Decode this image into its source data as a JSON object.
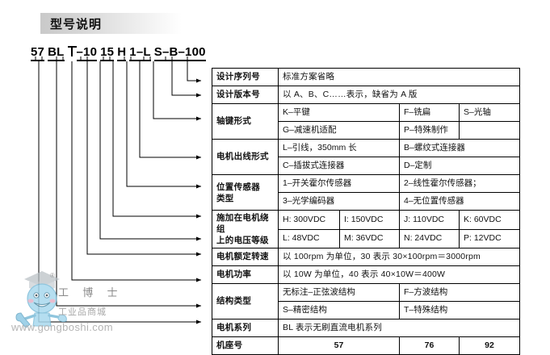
{
  "header": {
    "title": "型号说明"
  },
  "model_code": {
    "segments": [
      "57",
      "BL",
      "⊥",
      "–10",
      "15",
      "H",
      "1–L",
      "S–B–100"
    ],
    "full": "57 BL ⊥ –10 15 H 1–L S–B–100"
  },
  "table": {
    "rows": [
      {
        "label": "设计序列号",
        "cells": [
          {
            "text": "标准方案省略",
            "span": 4,
            "align": "left"
          }
        ]
      },
      {
        "label": "设计版本号",
        "cells": [
          {
            "text": "以 A、B、C……表示，缺省为 A 版",
            "span": 4,
            "align": "left"
          }
        ]
      },
      {
        "label": "轴键形式",
        "rowspan": 2,
        "cells": [
          {
            "text": "K–平键",
            "span": 2,
            "align": "left"
          },
          {
            "text": "F–铣扁",
            "span": 1,
            "align": "left"
          },
          {
            "text": "S–光轴",
            "span": 1,
            "align": "left"
          }
        ],
        "cells2": [
          {
            "text": "G–减速机适配",
            "span": 2,
            "align": "left"
          },
          {
            "text": "P–特殊制作",
            "span": 1,
            "align": "left"
          },
          {
            "text": "",
            "span": 1,
            "align": "left"
          }
        ]
      },
      {
        "label": "电机出线形式",
        "rowspan": 2,
        "cells": [
          {
            "text": "L–引线，350mm 长",
            "span": 2,
            "align": "left"
          },
          {
            "text": "B–螺纹式连接器",
            "span": 2,
            "align": "left"
          }
        ],
        "cells2": [
          {
            "text": "C–插拔式连接器",
            "span": 2,
            "align": "left"
          },
          {
            "text": "D–定制",
            "span": 2,
            "align": "left"
          }
        ]
      },
      {
        "label": "位置传感器",
        "label_line2": "类型",
        "rowspan": 2,
        "cells": [
          {
            "text": "1–开关霍尔传感器",
            "span": 2,
            "align": "left"
          },
          {
            "text": "2–线性霍尔传感器；",
            "span": 2,
            "align": "left"
          }
        ],
        "cells2": [
          {
            "text": "3–光学编码器",
            "span": 2,
            "align": "left"
          },
          {
            "text": "4–无位置传感器",
            "span": 2,
            "align": "left"
          }
        ]
      },
      {
        "label": "施加在电机绕组",
        "label_line2": "上的电压等级",
        "rowspan": 2,
        "cells": [
          {
            "text": "H: 300VDC",
            "span": 1,
            "align": "left"
          },
          {
            "text": "I: 150VDC",
            "span": 1,
            "align": "left"
          },
          {
            "text": "J: 110VDC",
            "span": 1,
            "align": "left"
          },
          {
            "text": "K: 60VDC",
            "span": 1,
            "align": "left"
          }
        ],
        "cells2": [
          {
            "text": "L: 48VDC",
            "span": 1,
            "align": "left"
          },
          {
            "text": "M: 36VDC",
            "span": 1,
            "align": "left"
          },
          {
            "text": "N: 24VDC",
            "span": 1,
            "align": "left"
          },
          {
            "text": "P: 12VDC",
            "span": 1,
            "align": "left"
          }
        ]
      },
      {
        "label": "电机额定转速",
        "cells": [
          {
            "text": "以 100rpm 为单位，30 表示 30×100rpm＝3000rpm",
            "span": 4,
            "align": "left"
          }
        ]
      },
      {
        "label": "电机功率",
        "cells": [
          {
            "text": "以 10W 为单位，40 表示 40×10W＝400W",
            "span": 4,
            "align": "left"
          }
        ]
      },
      {
        "label": "结构类型",
        "rowspan": 2,
        "cells": [
          {
            "text": "无标注–正弦波结构",
            "span": 2,
            "align": "left"
          },
          {
            "text": "F–方波结构",
            "span": 2,
            "align": "left"
          }
        ],
        "cells2": [
          {
            "text": "S–精密结构",
            "span": 2,
            "align": "left"
          },
          {
            "text": "T–特殊结构",
            "span": 2,
            "align": "left"
          }
        ]
      },
      {
        "label": "电机系列",
        "cells": [
          {
            "text": "BL 表示无刷直流电机系列",
            "span": 4,
            "align": "left"
          }
        ]
      },
      {
        "label": "机座号",
        "cells": [
          {
            "text": "57",
            "span": 2,
            "align": "center"
          },
          {
            "text": "76",
            "span": 1,
            "align": "center"
          },
          {
            "text": "92",
            "span": 1,
            "align": "center"
          }
        ]
      }
    ]
  },
  "watermark": {
    "brand": "工 博 士",
    "tagline": "工业品商城",
    "url": "www.gongboshi.com",
    "registered": "®"
  },
  "colors": {
    "line": "#000000",
    "text": "#111111",
    "watermark": "#b0b0b0",
    "mascot_body": "#9fd4ea",
    "title_gradient_start": "#c9c9c9"
  }
}
